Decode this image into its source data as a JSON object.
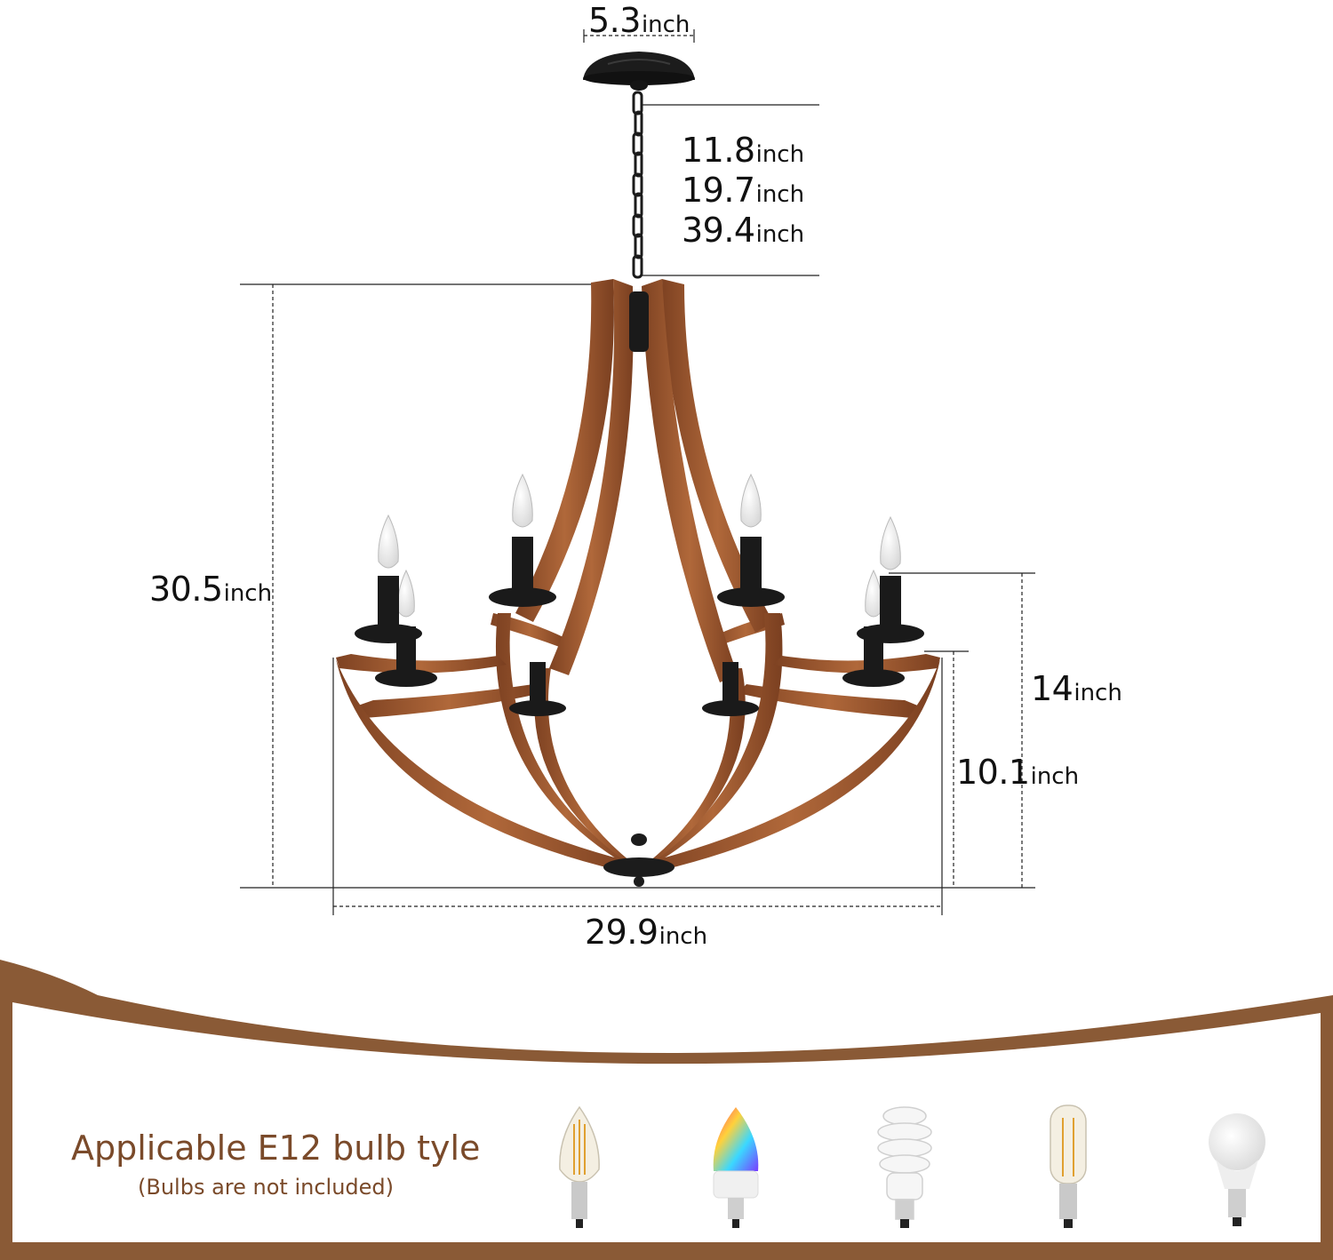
{
  "dimensions": {
    "canopy_width": {
      "value": "5.3",
      "unit": "inch"
    },
    "chain_lengths": [
      {
        "value": "11.8",
        "unit": "inch"
      },
      {
        "value": "19.7",
        "unit": "inch"
      },
      {
        "value": "39.4",
        "unit": "inch"
      }
    ],
    "body_height": {
      "value": "30.5",
      "unit": "inch"
    },
    "height_14": {
      "value": "14",
      "unit": "inch"
    },
    "height_10": {
      "value": "10.1",
      "unit": "inch"
    },
    "width": {
      "value": "29.9",
      "unit": "inch"
    }
  },
  "bulb_section": {
    "title": "Applicable E12 bulb tyle",
    "note": "(Bulbs are not included)"
  },
  "bulb_icons": [
    "candle-filament-bulb-icon",
    "rgb-smart-bulb-icon",
    "spiral-cfl-bulb-icon",
    "tubular-filament-bulb-icon",
    "led-globe-bulb-icon"
  ],
  "colors": {
    "wood": "#9a5630",
    "wood_dark": "#6e3a1c",
    "band": "#8a5a36",
    "metal": "#1c1c1c",
    "text_brown": "#7a4a2a"
  }
}
